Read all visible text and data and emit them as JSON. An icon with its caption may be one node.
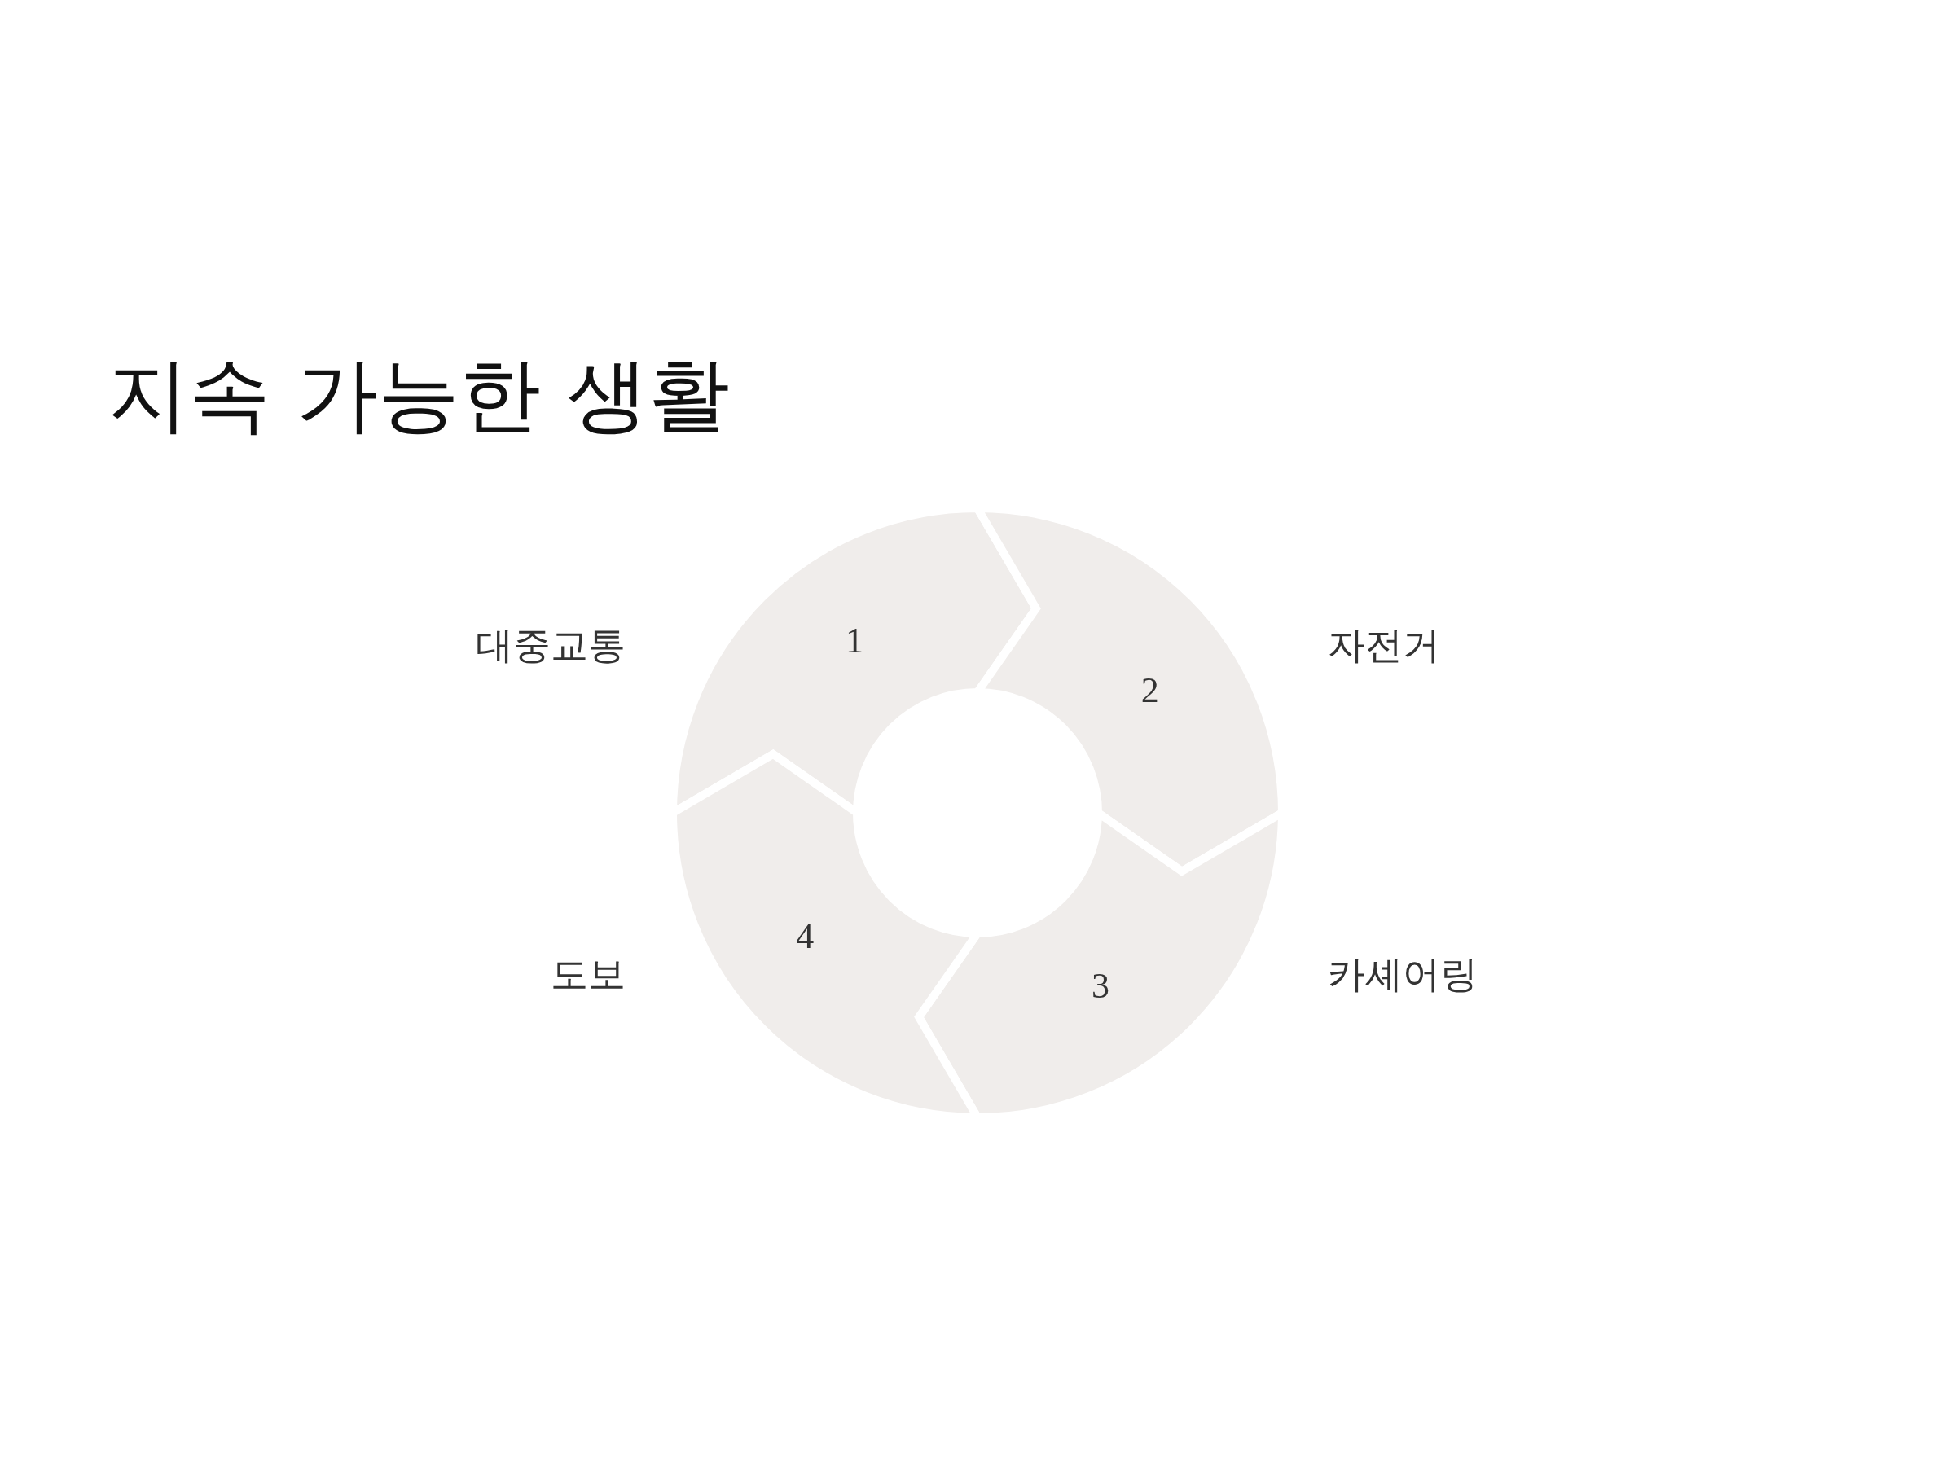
{
  "diagram": {
    "title": "지속 가능한 생활",
    "nodes": [
      {
        "text": [
          "1"
        ],
        "beside": [
          "대중교통"
        ]
      },
      {
        "text": [
          "2"
        ],
        "beside": [
          "자전거"
        ]
      },
      {
        "text": [
          "3"
        ],
        "beside": [
          "카셰어링"
        ]
      },
      {
        "text": [
          "4"
        ],
        "beside": [
          "도보"
        ]
      }
    ]
  }
}
